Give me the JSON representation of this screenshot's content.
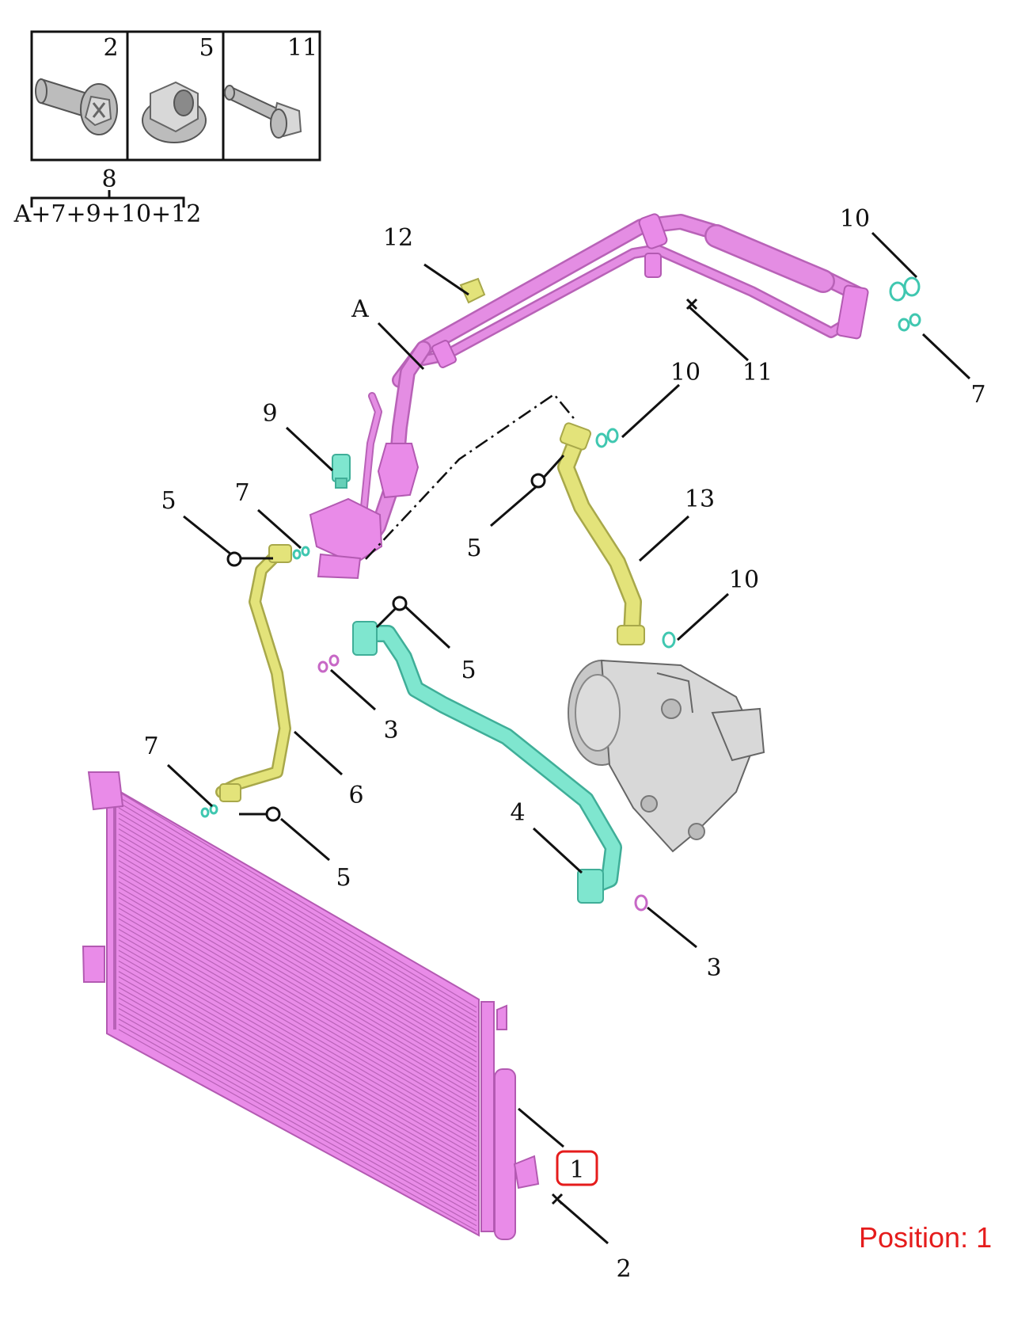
{
  "legend": {
    "cells": [
      {
        "part": "2",
        "icon": "bolt-washer-icon"
      },
      {
        "part": "5",
        "icon": "flange-nut-icon"
      },
      {
        "part": "11",
        "icon": "flange-bolt-icon"
      }
    ],
    "kit_number": "8",
    "kit_contents": "A+7+9+10+12"
  },
  "callouts": {
    "a_label": "A",
    "c12": "12",
    "c10_top": "10",
    "c11": "11",
    "c7_top": "7",
    "c10_mid": "10",
    "c9": "9",
    "c5_left": "5",
    "c7_left": "7",
    "c5_mid": "5",
    "c13": "13",
    "c10_low": "10",
    "c5_lower": "5",
    "c3_upper": "3",
    "c6": "6",
    "c7_bottom": "7",
    "c5_bottom": "5",
    "c4": "4",
    "c3_lower": "3",
    "c1": "1",
    "c2": "2"
  },
  "highlight": {
    "part": "1",
    "color": "#e51c1c"
  },
  "position_label": "Position: 1",
  "colors": {
    "pink_part": "#e98be8",
    "yellow_part": "#e3e37a",
    "teal_part": "#7fe6cf",
    "grey_part": "#bcbcbc",
    "highlight": "#e51c1c"
  }
}
